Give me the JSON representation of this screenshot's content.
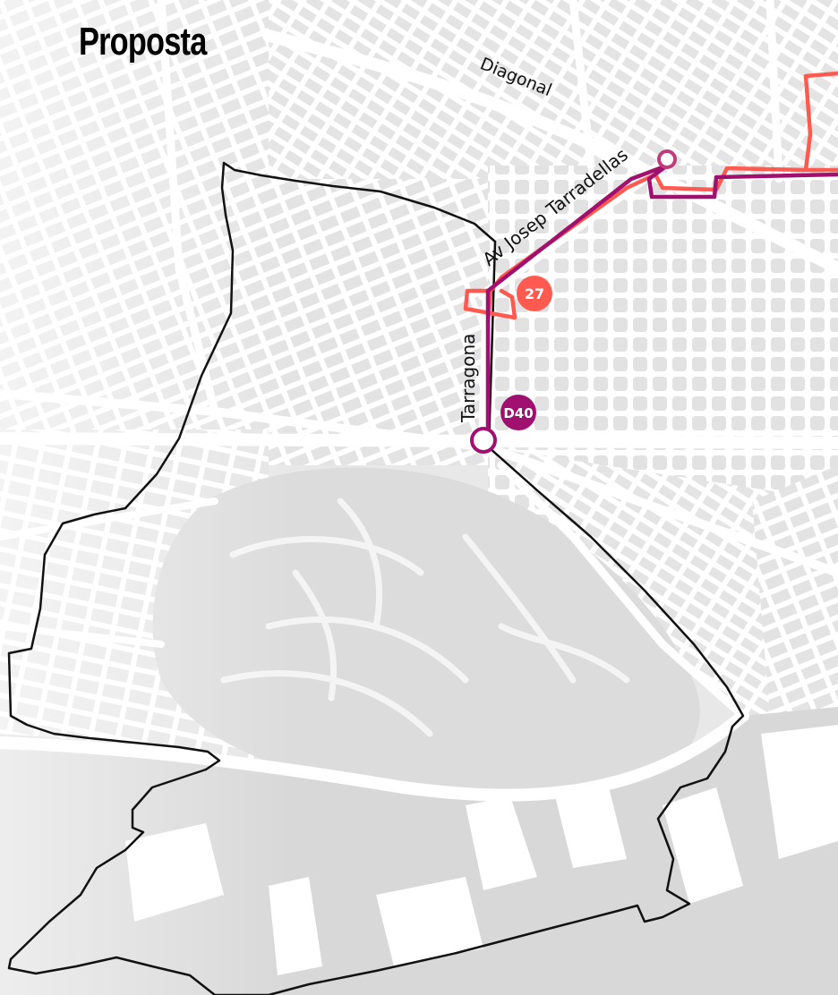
{
  "map": {
    "title": "Proposta",
    "streets": {
      "diagonal": "Diagonal",
      "tarradellas": "Av Josep Tarradellas",
      "tarragona": "Tarragona"
    },
    "routes": [
      {
        "id": "route-27",
        "label": "27",
        "color": "#ff5a4f"
      },
      {
        "id": "route-d40",
        "label": "D40",
        "color": "#a0106e"
      }
    ],
    "colors": {
      "land": "#ececec",
      "block": "#e1e1e1",
      "park": "#dadada",
      "road": "#ffffff",
      "district_boundary": "#111111"
    }
  }
}
